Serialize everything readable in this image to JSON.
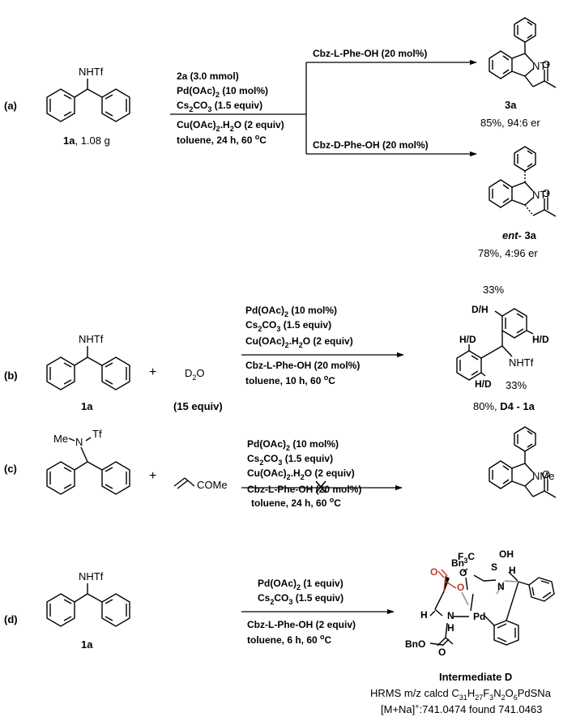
{
  "panels": {
    "a": {
      "label": "(a)",
      "substrate_group": "NHTf",
      "substrate_name": "1a",
      "substrate_amount": ", 1.08 g",
      "reagents": [
        "2a (3.0 mmol)",
        "Pd(OAc)",
        "2",
        " (10 mol%)",
        "Cs",
        "2",
        "CO",
        "3",
        " (1.5 equiv)",
        "Cu(OAc)",
        "2",
        ".H",
        "2",
        "O (2 equiv)",
        "toluene, 24 h, 60 ",
        "o",
        "C"
      ],
      "upper_condition": "Cbz-L-Phe-OH (20 mol%)",
      "lower_condition": "Cbz-D-Phe-OH (20 mol%)",
      "product1_group": "NTf",
      "product1_name": "3a",
      "product1_result": "85%, 94:6 er",
      "product2_group": "NTf",
      "product2_name_prefix": "ent-",
      "product2_name": " 3a",
      "product2_result": "78%, 4:96 er"
    },
    "b": {
      "label": "(b)",
      "substrate_group": "NHTf",
      "substrate_name": "1a",
      "plus": "+",
      "d2o_main": "D",
      "d2o_sub": "2",
      "d2o_tail": "O",
      "d2o_amount": "(15 equiv)",
      "product_group": "NHTf",
      "deut_labels": [
        "D/H",
        "H/D",
        "H/D",
        "H/D"
      ],
      "pct_top": "33%",
      "pct_bottom": "33%",
      "result_prefix": "80%, ",
      "result_name": "D4 - 1a",
      "conditions_above": [
        "Pd(OAc)",
        "2",
        " (10 mol%)",
        "Cs",
        "2",
        "CO",
        "3",
        " (1.5 equiv)",
        "Cu(OAc)",
        "2",
        ".H",
        "2",
        "O (2 equiv)"
      ],
      "conditions_below": [
        "Cbz-L-Phe-OH (20 mol%)",
        "toluene, 10 h, 60 ",
        "o",
        "C"
      ]
    },
    "c": {
      "label": "(c)",
      "n_methyl": "Me",
      "n_atom": "N",
      "n_tf": "Tf",
      "plus": "+",
      "enone_group": "COMe",
      "product_group": "NMe",
      "conditions_above": [
        "Pd(OAc)",
        "2",
        " (10 mol%)",
        "Cs",
        "2",
        "CO",
        "3",
        " (1.5 equiv)",
        "Cu(OAc)",
        "2",
        ".H",
        "2",
        "O (2 equiv)"
      ],
      "conditions_below": [
        "Cbz-L-Phe-OH (20 mol%)",
        "toluene, 24 h, 60 ",
        "o",
        "C"
      ]
    },
    "d": {
      "label": "(d)",
      "substrate_group": "NHTf",
      "substrate_name": "1a",
      "conditions_above": [
        "Pd(OAc)",
        "2",
        " (1 equiv)",
        "Cs",
        "2",
        "CO",
        "3",
        " (1.5 equiv)"
      ],
      "conditions_below": [
        "Cbz-L-Phe-OH (2 equiv)",
        "toluene, 6 h, 60 ",
        "o",
        "C"
      ],
      "complex_atoms": {
        "f3c": "F",
        "f3c_sub": "3",
        "f3c_c": "C",
        "s": "S",
        "oh": "OH",
        "o_eq": "O",
        "n": "N",
        "h": "H",
        "bn": "Bn",
        "o_red": "O",
        "o2": "O",
        "h_left": "H",
        "nh": "N",
        "h_n": "H",
        "pd": "Pd",
        "bno": "BnO"
      },
      "intermediate_name": "Intermediate D",
      "hrms_line1": [
        "HRMS m/z calcd C",
        "31",
        "H",
        "27",
        "F",
        "3",
        "N",
        "2",
        "O",
        "6",
        "PdSNa"
      ],
      "hrms_line2": [
        "[M+Na]",
        "+",
        ":741.0474 found 741.0463"
      ]
    }
  },
  "colors": {
    "ink": "#000000",
    "carboxylate_red": "#c0392b",
    "agostic_gray": "#8a8a8a"
  }
}
